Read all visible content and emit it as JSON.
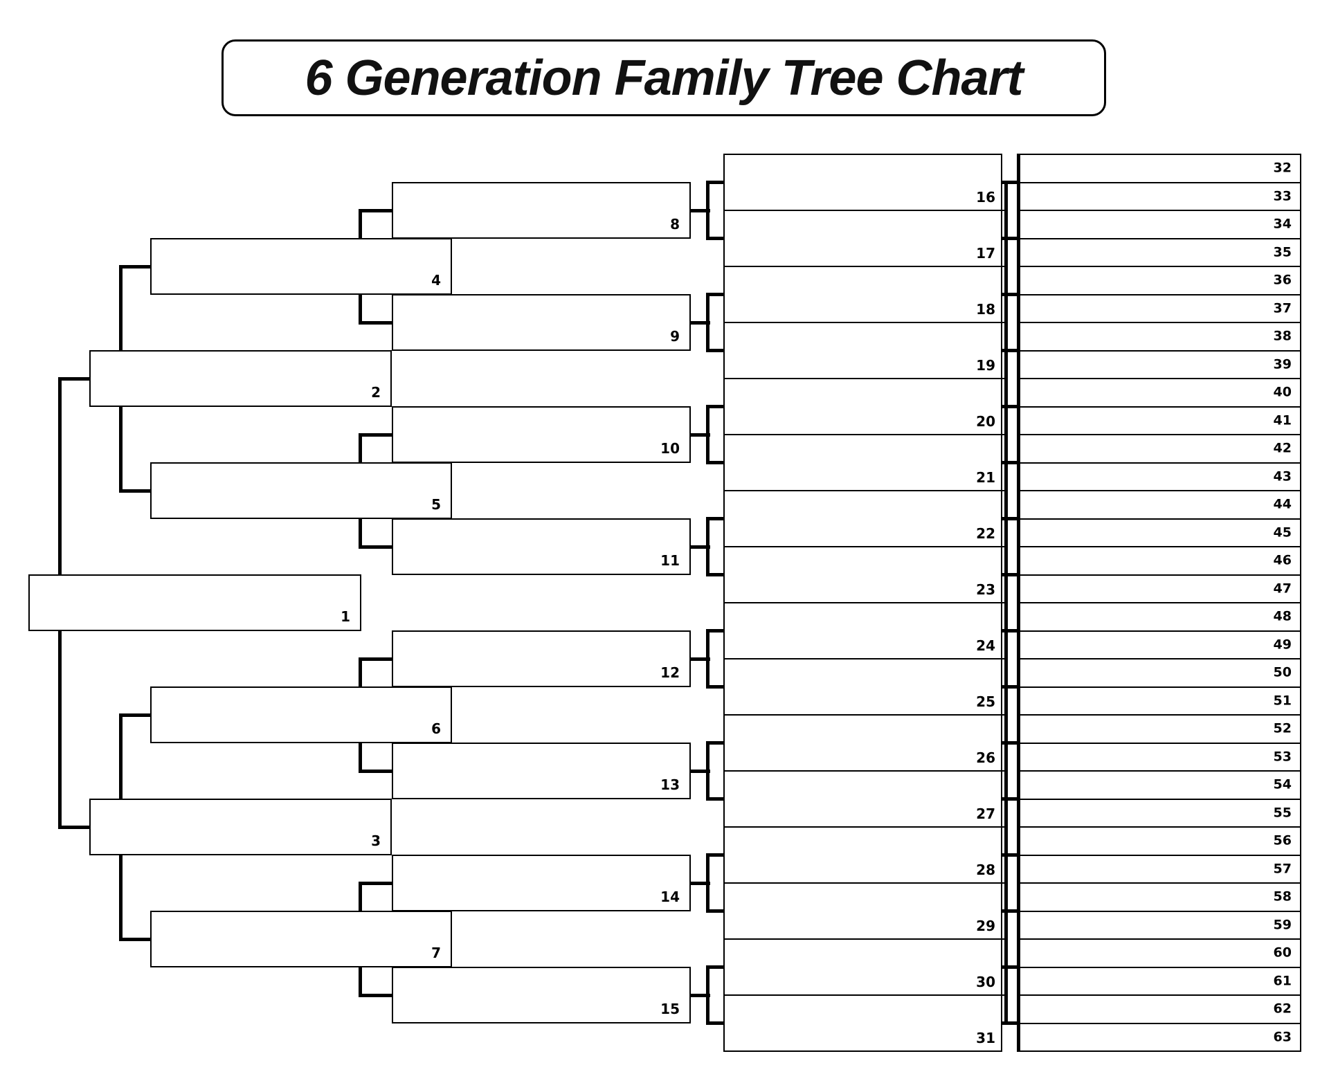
{
  "title": "6 Generation Family Tree Chart",
  "colors": {
    "line": "#000000",
    "background": "#ffffff"
  },
  "generations": [
    {
      "name": "generation-1",
      "numbers": [
        "1"
      ]
    },
    {
      "name": "generation-2",
      "numbers": [
        "2",
        "3"
      ]
    },
    {
      "name": "generation-3",
      "numbers": [
        "4",
        "5",
        "6",
        "7"
      ]
    },
    {
      "name": "generation-4",
      "numbers": [
        "8",
        "9",
        "10",
        "11",
        "12",
        "13",
        "14",
        "15"
      ]
    },
    {
      "name": "generation-5",
      "numbers": [
        "16",
        "17",
        "18",
        "19",
        "20",
        "21",
        "22",
        "23",
        "24",
        "25",
        "26",
        "27",
        "28",
        "29",
        "30",
        "31"
      ]
    },
    {
      "name": "generation-6",
      "numbers": [
        "32",
        "33",
        "34",
        "35",
        "36",
        "37",
        "38",
        "39",
        "40",
        "41",
        "42",
        "43",
        "44",
        "45",
        "46",
        "47",
        "48",
        "49",
        "50",
        "51",
        "52",
        "53",
        "54",
        "55",
        "56",
        "57",
        "58",
        "59",
        "60",
        "61",
        "62",
        "63"
      ]
    }
  ]
}
